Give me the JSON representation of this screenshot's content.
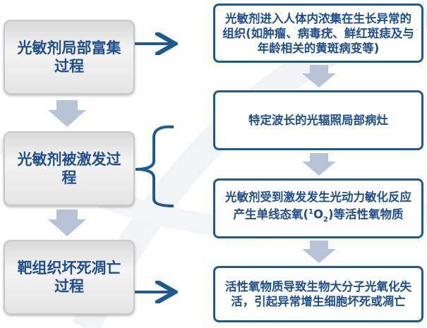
{
  "left_stages": [
    {
      "label": "光敏剂局部富集过程"
    },
    {
      "label": "光敏剂被激发过程"
    },
    {
      "label": "靶组织坏死凋亡过程"
    }
  ],
  "right_steps": [
    {
      "label": "光敏剂进入人体内浓集在生长异常的组织(如肿瘤、病毒疣、鲜红斑痣及与年龄相关的黄斑病变等)"
    },
    {
      "label": "特定波长的光辐照局部病灶"
    },
    {
      "label_before": "光敏剂受到激发发生光动力敏化反应产生单线态氧(",
      "sup": "1",
      "o": "O",
      "sub": "2",
      "label_after": ")等活性氧物质"
    },
    {
      "label": "活性氧物质导致生物大分子光氧化失活，引起异常增生细胞坏死或凋亡"
    }
  ],
  "colors": {
    "text": "#1f4e8c",
    "border": "#1f5a8f",
    "arrow_gray": "#b7c3d6"
  }
}
